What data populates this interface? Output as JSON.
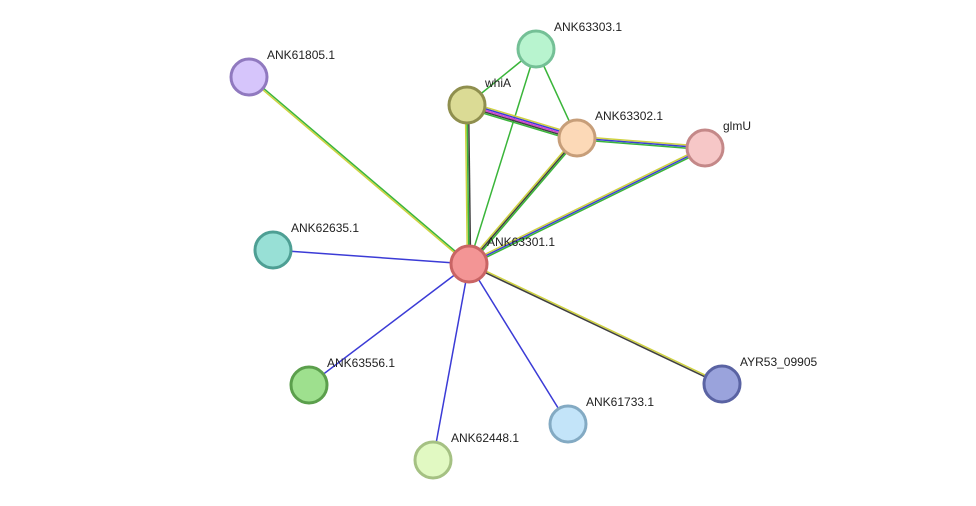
{
  "network": {
    "nodes": [
      {
        "id": "ANK63301.1",
        "label": "ANK63301.1",
        "fill": "#f39595",
        "stroke": "#c96464"
      },
      {
        "id": "ANK63303.1",
        "label": "ANK63303.1",
        "fill": "#b8f4cf",
        "stroke": "#74c096"
      },
      {
        "id": "whiA",
        "label": "whiA",
        "fill": "#dbdb95",
        "stroke": "#8f8f4e"
      },
      {
        "id": "ANK63302.1",
        "label": "ANK63302.1",
        "fill": "#fcd9b7",
        "stroke": "#c79e79"
      },
      {
        "id": "glmU",
        "label": "glmU",
        "fill": "#f6c7c7",
        "stroke": "#c48888"
      },
      {
        "id": "ANK61805.1",
        "label": "ANK61805.1",
        "fill": "#d6c5fb",
        "stroke": "#9079bf"
      },
      {
        "id": "ANK62635.1",
        "label": "ANK62635.1",
        "fill": "#98e0d6",
        "stroke": "#4e9f94"
      },
      {
        "id": "ANK63556.1",
        "label": "ANK63556.1",
        "fill": "#9ee08e",
        "stroke": "#5b9f4c"
      },
      {
        "id": "ANK62448.1",
        "label": "ANK62448.1",
        "fill": "#e1f9c2",
        "stroke": "#a5c183"
      },
      {
        "id": "ANK61733.1",
        "label": "ANK61733.1",
        "fill": "#c3e4f9",
        "stroke": "#83aac3"
      },
      {
        "id": "AYR53_09905",
        "label": "AYR53_09905",
        "fill": "#9aa3dc",
        "stroke": "#5a63a3"
      }
    ],
    "edges": [
      {
        "source": "ANK63301.1",
        "target": "ANK61805.1",
        "colors": [
          "#cfd23f",
          "#3ab53a"
        ]
      },
      {
        "source": "ANK63301.1",
        "target": "whiA",
        "colors": [
          "#cfd23f",
          "#3ab53a",
          "#404040"
        ]
      },
      {
        "source": "ANK63301.1",
        "target": "ANK63303.1",
        "colors": [
          "#3ab53a"
        ]
      },
      {
        "source": "ANK63301.1",
        "target": "ANK63302.1",
        "colors": [
          "#cfd23f",
          "#404040",
          "#3ab53a"
        ]
      },
      {
        "source": "ANK63301.1",
        "target": "glmU",
        "colors": [
          "#cfd23f",
          "#3b3bd6",
          "#3ab53a"
        ]
      },
      {
        "source": "ANK63301.1",
        "target": "ANK62635.1",
        "colors": [
          "#3b3bd6"
        ]
      },
      {
        "source": "ANK63301.1",
        "target": "ANK63556.1",
        "colors": [
          "#3b3bd6"
        ]
      },
      {
        "source": "ANK63301.1",
        "target": "ANK62448.1",
        "colors": [
          "#3b3bd6"
        ]
      },
      {
        "source": "ANK63301.1",
        "target": "ANK61733.1",
        "colors": [
          "#3b3bd6"
        ]
      },
      {
        "source": "ANK63301.1",
        "target": "AYR53_09905",
        "colors": [
          "#cfd23f",
          "#404040"
        ]
      },
      {
        "source": "whiA",
        "target": "ANK63303.1",
        "colors": [
          "#3ab53a"
        ]
      },
      {
        "source": "whiA",
        "target": "ANK63302.1",
        "colors": [
          "#cfd23f",
          "#3b3bd6",
          "#d43bd4",
          "#404040",
          "#3ab53a"
        ]
      },
      {
        "source": "ANK63303.1",
        "target": "ANK63302.1",
        "colors": [
          "#3ab53a"
        ]
      },
      {
        "source": "ANK63302.1",
        "target": "glmU",
        "colors": [
          "#cfd23f",
          "#3b3bd6",
          "#3ab53a"
        ]
      }
    ]
  }
}
